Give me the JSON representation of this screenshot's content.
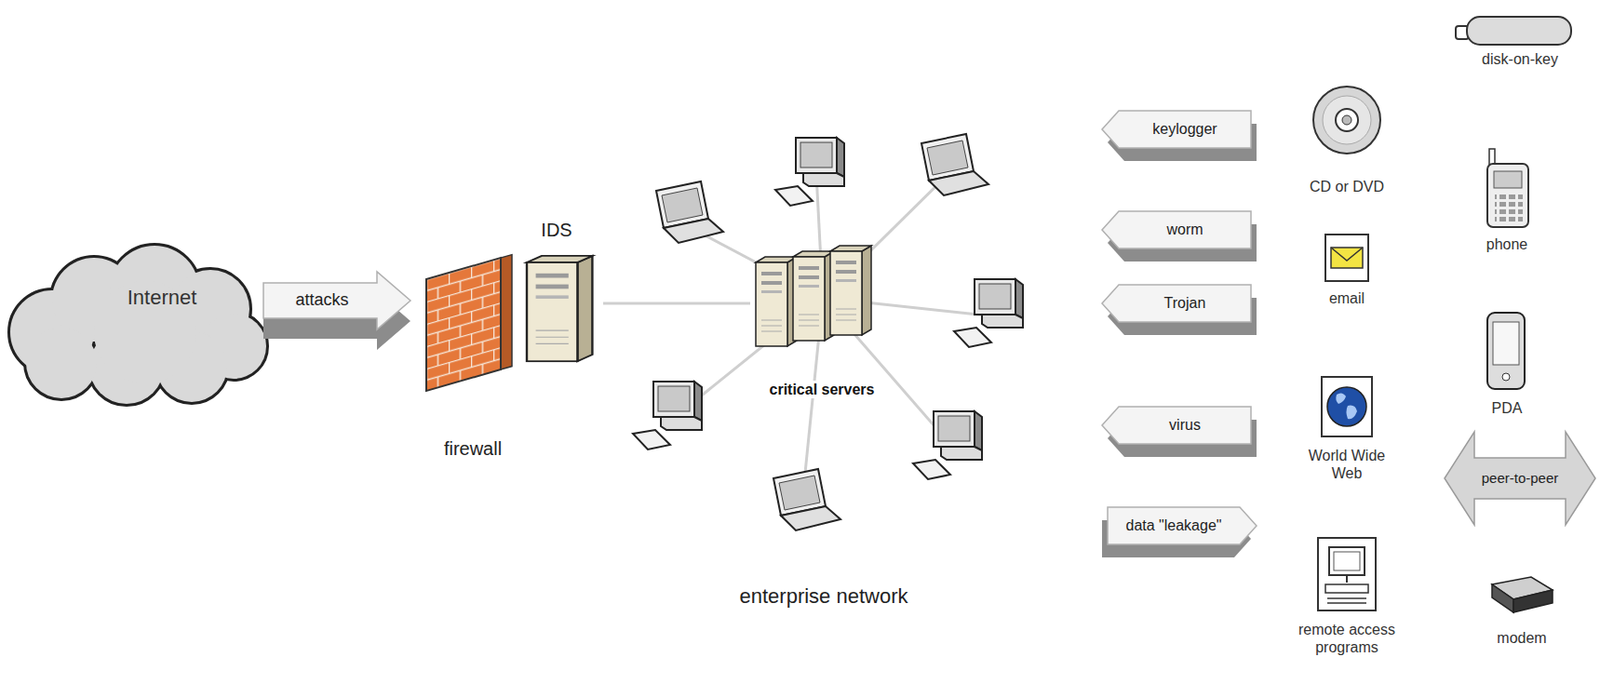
{
  "diagram": {
    "nodes": [
      {
        "text": [
          "Internet"
        ]
      },
      {
        "text": [
          "attacks"
        ]
      },
      {
        "text": [
          "IDS"
        ]
      },
      {
        "text": [
          "firewall"
        ]
      },
      {
        "text": [
          "enterprise network"
        ]
      },
      {
        "text": [
          "critical servers"
        ],
        "in": 4
      },
      {
        "text": [
          "keylogger"
        ]
      },
      {
        "text": [
          "worm"
        ]
      },
      {
        "text": [
          "Trojan"
        ]
      },
      {
        "text": [
          "virus"
        ]
      },
      {
        "text": [
          "data \"leakage\""
        ]
      },
      {
        "text": [
          "peer-to-peer"
        ]
      }
    ],
    "edges": [
      {
        "from": 2,
        "to": 5,
        "arrow": "none"
      }
    ],
    "labels": [
      "CD or DVD",
      "email",
      "World Wide Web",
      "remote access programs",
      "disk-on-key",
      "phone",
      "PDA",
      "modem"
    ]
  }
}
